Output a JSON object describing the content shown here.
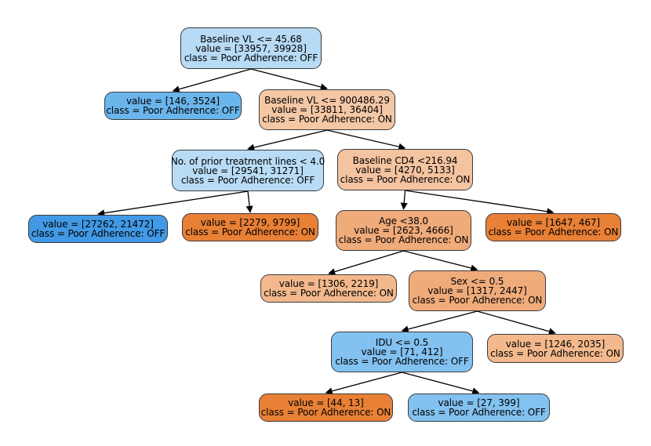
{
  "nodes": [
    {
      "id": "root",
      "condition": "Baseline VL <= 45.68",
      "value": "value = [33957, 39928]",
      "class": "class = Poor Adherence: OFF",
      "fill": "#b7daf5"
    },
    {
      "id": "n1",
      "condition": "",
      "value": "value = [146, 3524]",
      "class": "class = Poor Adherence: OFF",
      "fill": "#6ab5eb"
    },
    {
      "id": "n2",
      "condition": "Baseline VL <= 900486.29",
      "value": "value = [33811, 36404]",
      "class": "class = Poor Adherence: ON",
      "fill": "#f4c7a5"
    },
    {
      "id": "n3",
      "condition": "No. of prior treatment lines < 4.0",
      "value": "value = [29541, 31271]",
      "class": "class = Poor Adherence: OFF",
      "fill": "#b9dcf6"
    },
    {
      "id": "n4",
      "condition": "Baseline CD4 <216.94",
      "value": "value = [4270, 5133]",
      "class": "class = Poor Adherence: ON",
      "fill": "#f4c3a0"
    },
    {
      "id": "n5",
      "condition": "",
      "value": "value = [27262, 21472]",
      "class": "class = Poor Adherence: OFF",
      "fill": "#4299e5"
    },
    {
      "id": "n6",
      "condition": "",
      "value": "value = [2279, 9799]",
      "class": "class = Poor Adherence: ON",
      "fill": "#e88036"
    },
    {
      "id": "n7",
      "condition": "Age <38.0",
      "value": "value = [2623, 4666]",
      "class": "class = Poor Adherence: ON",
      "fill": "#f0ab7b"
    },
    {
      "id": "n8",
      "condition": "",
      "value": "value = [1647, 467]",
      "class": "class = Poor Adherence: ON",
      "fill": "#e88036"
    },
    {
      "id": "n9",
      "condition": "",
      "value": "value = [1306, 2219]",
      "class": "class = Poor Adherence: ON",
      "fill": "#f3b98d"
    },
    {
      "id": "n10",
      "condition": "Sex <= 0.5",
      "value": "value = [1317, 2447]",
      "class": "class = Poor Adherence: ON",
      "fill": "#f0ab7b"
    },
    {
      "id": "n11",
      "condition": "IDU <= 0.5",
      "value": "value = [71, 412]",
      "class": "class = Poor Adherence: OFF",
      "fill": "#82c1f0"
    },
    {
      "id": "n12",
      "condition": "",
      "value": "value = [1246, 2035]",
      "class": "class = Poor Adherence: ON",
      "fill": "#f3b98d"
    },
    {
      "id": "n13",
      "condition": "",
      "value": "value = [44, 13]",
      "class": "class = Poor Adherence: ON",
      "fill": "#e88036"
    },
    {
      "id": "n14",
      "condition": "",
      "value": "value = [27, 399]",
      "class": "class = Poor Adherence: OFF",
      "fill": "#82c1f0"
    }
  ],
  "edges": [
    {
      "from": "root",
      "to": "n1"
    },
    {
      "from": "root",
      "to": "n2"
    },
    {
      "from": "n2",
      "to": "n3"
    },
    {
      "from": "n2",
      "to": "n4"
    },
    {
      "from": "n3",
      "to": "n5"
    },
    {
      "from": "n3",
      "to": "n6"
    },
    {
      "from": "n4",
      "to": "n7"
    },
    {
      "from": "n4",
      "to": "n8"
    },
    {
      "from": "n7",
      "to": "n9"
    },
    {
      "from": "n7",
      "to": "n10"
    },
    {
      "from": "n10",
      "to": "n11"
    },
    {
      "from": "n10",
      "to": "n12"
    },
    {
      "from": "n11",
      "to": "n13"
    },
    {
      "from": "n11",
      "to": "n14"
    }
  ]
}
